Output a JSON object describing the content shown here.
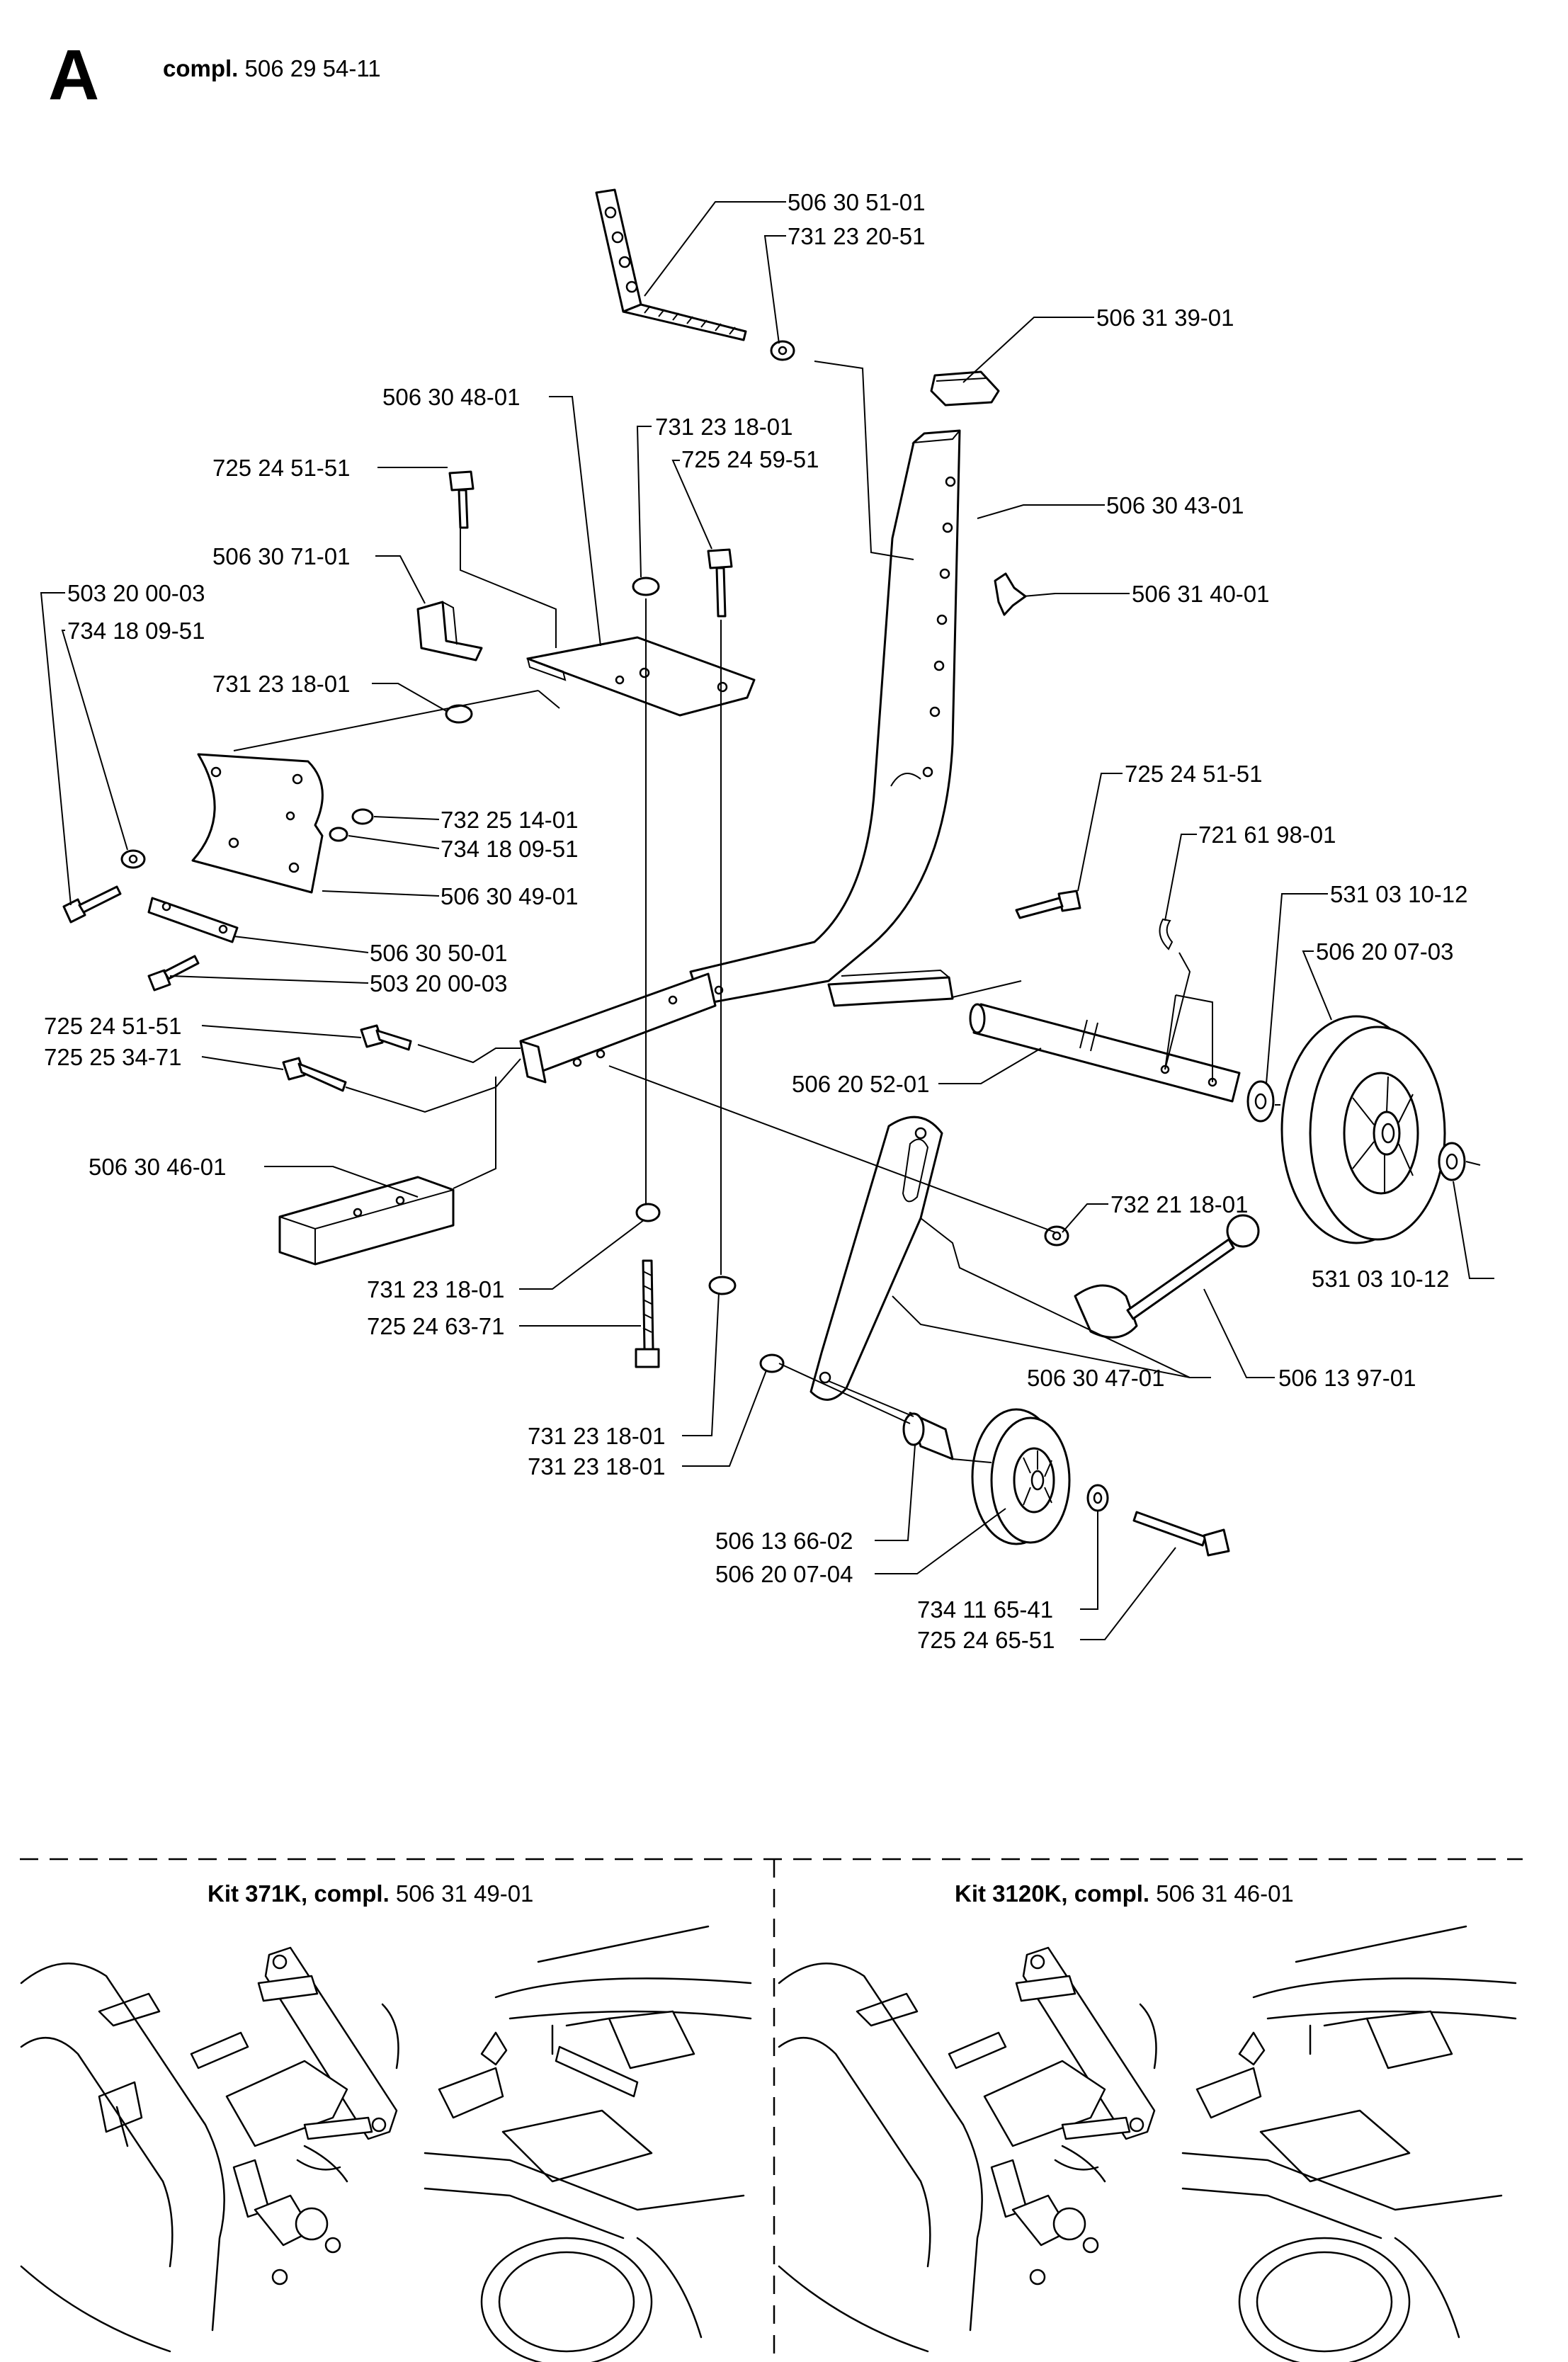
{
  "header": {
    "letter": "A",
    "compl_label": "compl.",
    "compl_number": "506 29 54-11"
  },
  "labels": [
    {
      "id": "bracket-rod",
      "text": "506 30 51-01"
    },
    {
      "id": "nut-top",
      "text": "731 23 20-51"
    },
    {
      "id": "cap",
      "text": "506 31 39-01"
    },
    {
      "id": "plate",
      "text": "506 30 48-01"
    },
    {
      "id": "nut-plate",
      "text": "731 23 18-01"
    },
    {
      "id": "bolt-plate-right",
      "text": "725 24 59-51"
    },
    {
      "id": "bolt-plate-left",
      "text": "725 24 51-51"
    },
    {
      "id": "tube",
      "text": "506 30 43-01"
    },
    {
      "id": "angle-bracket",
      "text": "506 30 71-01"
    },
    {
      "id": "wing-nut",
      "text": "506 31 40-01"
    },
    {
      "id": "screw-left",
      "text": "503 20 00-03"
    },
    {
      "id": "washer-left",
      "text": "734 18 09-51"
    },
    {
      "id": "nut-left",
      "text": "731 23 18-01"
    },
    {
      "id": "nut-shield",
      "text": "732 25 14-01"
    },
    {
      "id": "washer-shield",
      "text": "734 18 09-51"
    },
    {
      "id": "shield",
      "text": "506 30 49-01"
    },
    {
      "id": "strip",
      "text": "506 30 50-01"
    },
    {
      "id": "screw-strip",
      "text": "503 20 00-03"
    },
    {
      "id": "bolt-crossbar",
      "text": "725 24 51-51"
    },
    {
      "id": "split-pin",
      "text": "721 61 98-01"
    },
    {
      "id": "washer-wheel-in",
      "text": "531 03 10-12"
    },
    {
      "id": "wheel-large",
      "text": "506 20 07-03"
    },
    {
      "id": "bolt-front-1",
      "text": "725 24 51-51"
    },
    {
      "id": "bolt-front-2",
      "text": "725 25 34-71"
    },
    {
      "id": "axle",
      "text": "506 20 52-01"
    },
    {
      "id": "weight-block",
      "text": "506 30 46-01"
    },
    {
      "id": "nut-arm",
      "text": "732 21 18-01"
    },
    {
      "id": "washer-wheel-out",
      "text": "531 03 10-12"
    },
    {
      "id": "nut-lower-1",
      "text": "731 23 18-01"
    },
    {
      "id": "bolt-lower",
      "text": "725 24 63-71"
    },
    {
      "id": "arm",
      "text": "506 30 47-01"
    },
    {
      "id": "handle",
      "text": "506 13 97-01"
    },
    {
      "id": "nut-lower-2",
      "text": "731 23 18-01"
    },
    {
      "id": "nut-lower-3",
      "text": "731 23 18-01"
    },
    {
      "id": "spacer",
      "text": "506 13 66-02"
    },
    {
      "id": "wheel-small",
      "text": "506 20 07-04"
    },
    {
      "id": "washer-small",
      "text": "734 11 65-41"
    },
    {
      "id": "bolt-small",
      "text": "725 24 65-51"
    }
  ],
  "kits": [
    {
      "name": "Kit 371K, compl.",
      "number": "506 31 49-01"
    },
    {
      "name": "Kit 3120K, compl.",
      "number": "506 31 46-01"
    }
  ]
}
